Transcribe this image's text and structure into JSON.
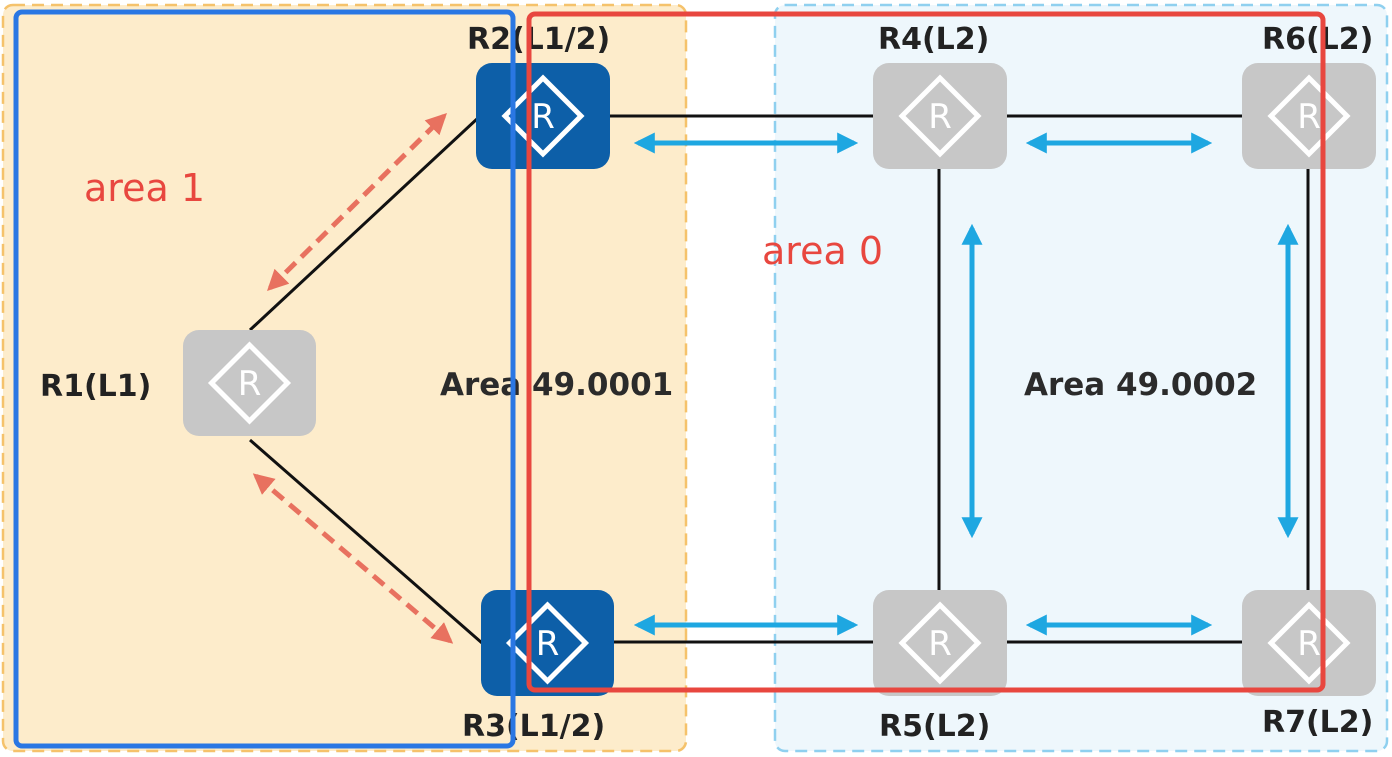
{
  "colors": {
    "area1_fill": "#fdeccb",
    "area1_border": "#f5c26b",
    "area2_fill": "#eef7fc",
    "area2_border": "#8fd0ef",
    "router_l1l2": "#0d5fa8",
    "router_l2": "#c7c7c7",
    "link": "#111111",
    "l2_adjacency": "#1ea7e1",
    "l1_adjacency": "#e8715f",
    "blue_box": "#2a77e3",
    "red_box": "#e8473f",
    "note_text": "#e8473f"
  },
  "areas": {
    "left": {
      "id_label": "Area 49.0001"
    },
    "right": {
      "id_label": "Area 49.0002"
    }
  },
  "annotations": {
    "area1": "area 1",
    "area0": "area 0"
  },
  "routers": {
    "r1": {
      "label": "R1(L1)",
      "glyph": "R",
      "level": "L1"
    },
    "r2": {
      "label": "R2(L1/2)",
      "glyph": "R",
      "level": "L1/2"
    },
    "r3": {
      "label": "R3(L1/2)",
      "glyph": "R",
      "level": "L1/2"
    },
    "r4": {
      "label": "R4(L2)",
      "glyph": "R",
      "level": "L2"
    },
    "r5": {
      "label": "R5(L2)",
      "glyph": "R",
      "level": "L2"
    },
    "r6": {
      "label": "R6(L2)",
      "glyph": "R",
      "level": "L2"
    },
    "r7": {
      "label": "R7(L2)",
      "glyph": "R",
      "level": "L2"
    }
  }
}
